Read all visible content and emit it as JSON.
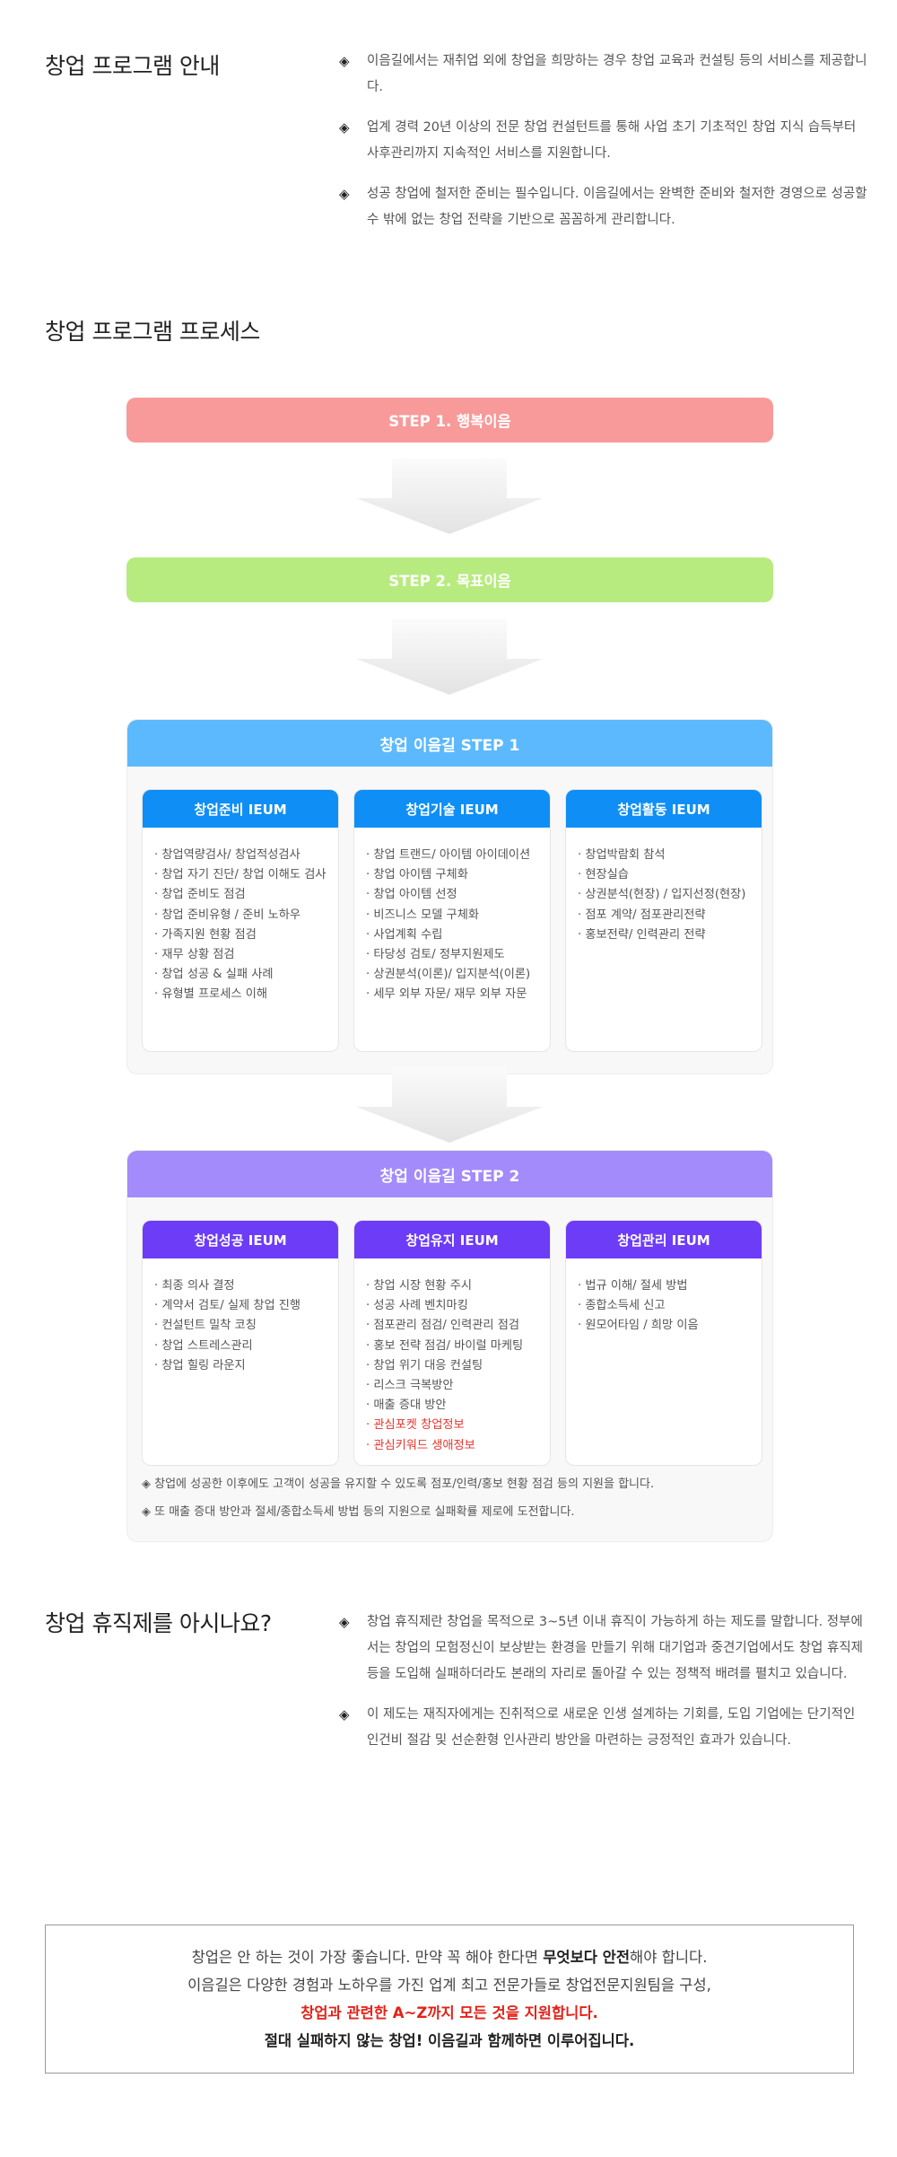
{
  "intro": {
    "title": "창업 프로그램 안내",
    "bullet_symbol": "◈",
    "bullets": [
      "이음길에서는 재취업 외에 창업을 희망하는 경우 창업 교육과 컨설팅 등의 서비스를 제공합니다.",
      "업계 경력 20년 이상의 전문 창업 컨설턴트를 통해 사업 초기 기초적인 창업 지식 습득부터 사후관리까지 지속적인 서비스를 지원합니다.",
      "성공 창업에 철저한 준비는 필수입니다. 이음길에서는 완벽한 준비와 철저한 경영으로 성공할 수 밖에 없는 창업 전략을 기반으로 꼼꼼하게 관리합니다."
    ]
  },
  "process": {
    "title": "창업 프로그램 프로세스",
    "step1": "STEP 1. 행복이음",
    "step2": "STEP 2. 목표이음",
    "panel1": {
      "title": "창업 이음길 STEP 1",
      "cards": [
        {
          "title": "창업준비 IEUM",
          "items": [
            "· 창업역량검사/ 창업적성검사",
            "· 창업 자기 진단/ 창업 이해도 검사",
            "· 창업 준비도 점검",
            "· 창업 준비유형 / 준비 노하우",
            "· 가족지원 현황 점검",
            "· 재무 상황 점검",
            "· 창업 성공 & 실패 사례",
            "· 유형별 프로세스 이해"
          ]
        },
        {
          "title": "창업기술 IEUM",
          "items": [
            "· 창업 트랜드/ 아이템 아이데이션",
            "· 창업 아이템 구체화",
            "· 창업 아이템 선정",
            "· 비즈니스 모델 구체화",
            "· 사업계획 수립",
            "· 타당성 검토/ 정부지원제도",
            "· 상권분석(이론)/ 입지분석(이론)",
            "· 세무 외부 자문/ 재무 외부 자문"
          ]
        },
        {
          "title": "창업활동 IEUM",
          "items": [
            "· 창업박람회 참석",
            "· 현장실습",
            "· 상권분석(현장) / 입지선정(현장)",
            "· 점포 계약/ 점포관리전략",
            "· 홍보전략/ 인력관리 전략"
          ]
        }
      ]
    },
    "panel2": {
      "title": "창업 이음길 STEP 2",
      "cards": [
        {
          "title": "창업성공 IEUM",
          "items": [
            "· 최종 의사 결정",
            "· 계약서 검토/ 실제 창업 진행",
            "· 컨설턴트 밀착 코칭",
            "· 창업 스트레스관리",
            "· 창업 힐링 라운지"
          ]
        },
        {
          "title": "창업유지 IEUM",
          "items": [
            "· 창업 시장 현황 주시",
            "· 성공 사례 벤치마킹",
            "· 점포관리 점검/ 인력관리 점검",
            "· 홍보 전략 점검/ 바이럴 마케팅",
            "· 창업 위기 대응 컨설팅",
            "· 리스크 극복방안",
            "· 매출 증대 방안"
          ],
          "red_items": [
            "· 관심포켓 창업정보",
            "· 관심키워드 생애정보"
          ]
        },
        {
          "title": "창업관리 IEUM",
          "items": [
            "· 법규 이해/ 절세 방법",
            "· 종합소득세 신고",
            "· 원모어타임 / 희망 이음"
          ]
        }
      ],
      "notes": [
        "◈ 창업에 성공한 이후에도 고객이 성공을 유지할 수 있도록 점포/인력/홍보 현황 점검 등의 지원을 합니다.",
        "◈ 또 매출 증대 방안과 절세/종합소득세 방법 등의 지원으로 실패확률 제로에 도전합니다."
      ]
    }
  },
  "leave": {
    "title": "창업 휴직제를 아시나요?",
    "bullet_symbol": "◈",
    "bullets": [
      "창업 휴직제란 창업을 목적으로 3~5년 이내 휴직이 가능하게 하는 제도를 말합니다. 정부에서는 창업의 모험정신이 보상받는 환경을 만들기 위해 대기업과 중견기업에서도 창업 휴직제 등을 도입해 실패하더라도 본래의 자리로 돌아갈 수 있는 정책적 배려를 펼치고 있습니다.",
      "이 제도는 재직자에게는 진취적으로 새로운 인생 설계하는 기회를, 도입 기업에는 단기적인 인건비 절감 및 선순환형 인사관리 방안을 마련하는 긍정적인 효과가 있습니다."
    ]
  },
  "closing": {
    "line1_a": "창업은 안 하는 것이 가장 좋습니다. 만약 꼭 해야 한다면 ",
    "line1_b": "무엇보다 안전",
    "line1_c": "해야 합니다.",
    "line2": "이음길은 다양한 경험과 노하우를 가진 업계 최고 전문가들로 창업전문지원팀을 구성,",
    "line3": "창업과 관련한 A~Z까지 모든 것을 지원합니다.",
    "line4": "절대 실패하지 않는 창업! 이음길과 함께하면 이루어집니다."
  },
  "colors": {
    "step1": "#f89a9a",
    "step2": "#b7eb7f",
    "panel1_head": "#5cb9fd",
    "panel1_card": "#0f8ff5",
    "panel2_head": "#a38bfb",
    "panel2_card": "#6d3cf7",
    "highlight_red": "#e2231a"
  }
}
